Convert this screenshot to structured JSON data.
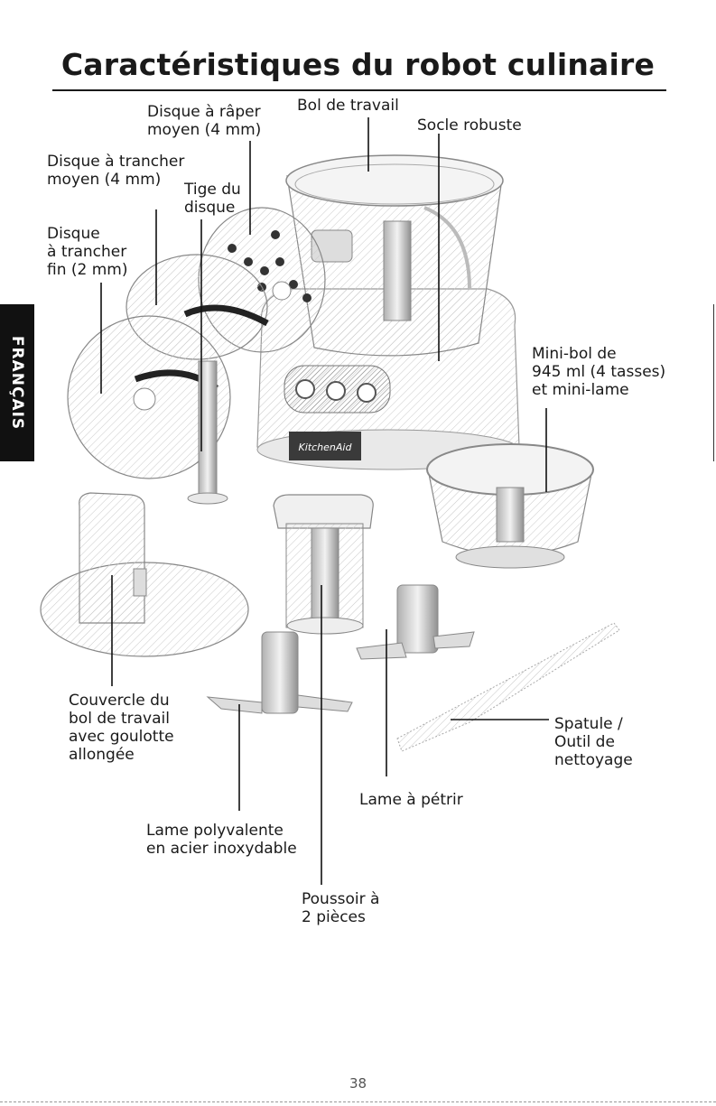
{
  "title": "Caractéristiques du robot culinaire",
  "side_tab": "FRANÇAIS",
  "page_number": "38",
  "brand_logo": "KitchenAid",
  "labels": {
    "disque_raper": "Disque à râper\nmoyen (4 mm)",
    "bol_travail": "Bol de travail",
    "socle": "Socle robuste",
    "disque_trancher_moyen": "Disque à trancher\nmoyen (4 mm)",
    "tige": "Tige du\ndisque",
    "disque_fin": "Disque\nà trancher\nfin (2 mm)",
    "mini_bol": "Mini-bol de\n945 ml (4 tasses)\net mini-lame",
    "couvercle": "Couvercle du\nbol de travail\navec goulotte\nallongée",
    "spatule": "Spatule /\nOutil de\nnettoyage",
    "lame_petrir": "Lame à pétrir",
    "lame_polyvalente": "Lame polyvalente\nen acier inoxydable",
    "poussoir": "Poussoir à\n2 pièces"
  }
}
